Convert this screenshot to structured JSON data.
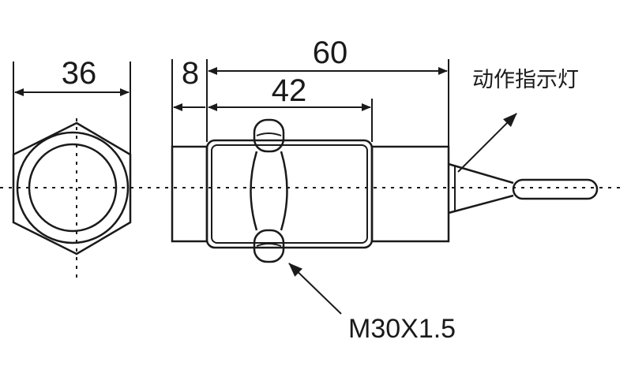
{
  "dimensions": {
    "width_across_flats": "36",
    "rear_section": "8",
    "total_length": "60",
    "thread_length": "42"
  },
  "labels": {
    "indicator": "动作指示灯",
    "thread_spec": "M30X1.5"
  }
}
